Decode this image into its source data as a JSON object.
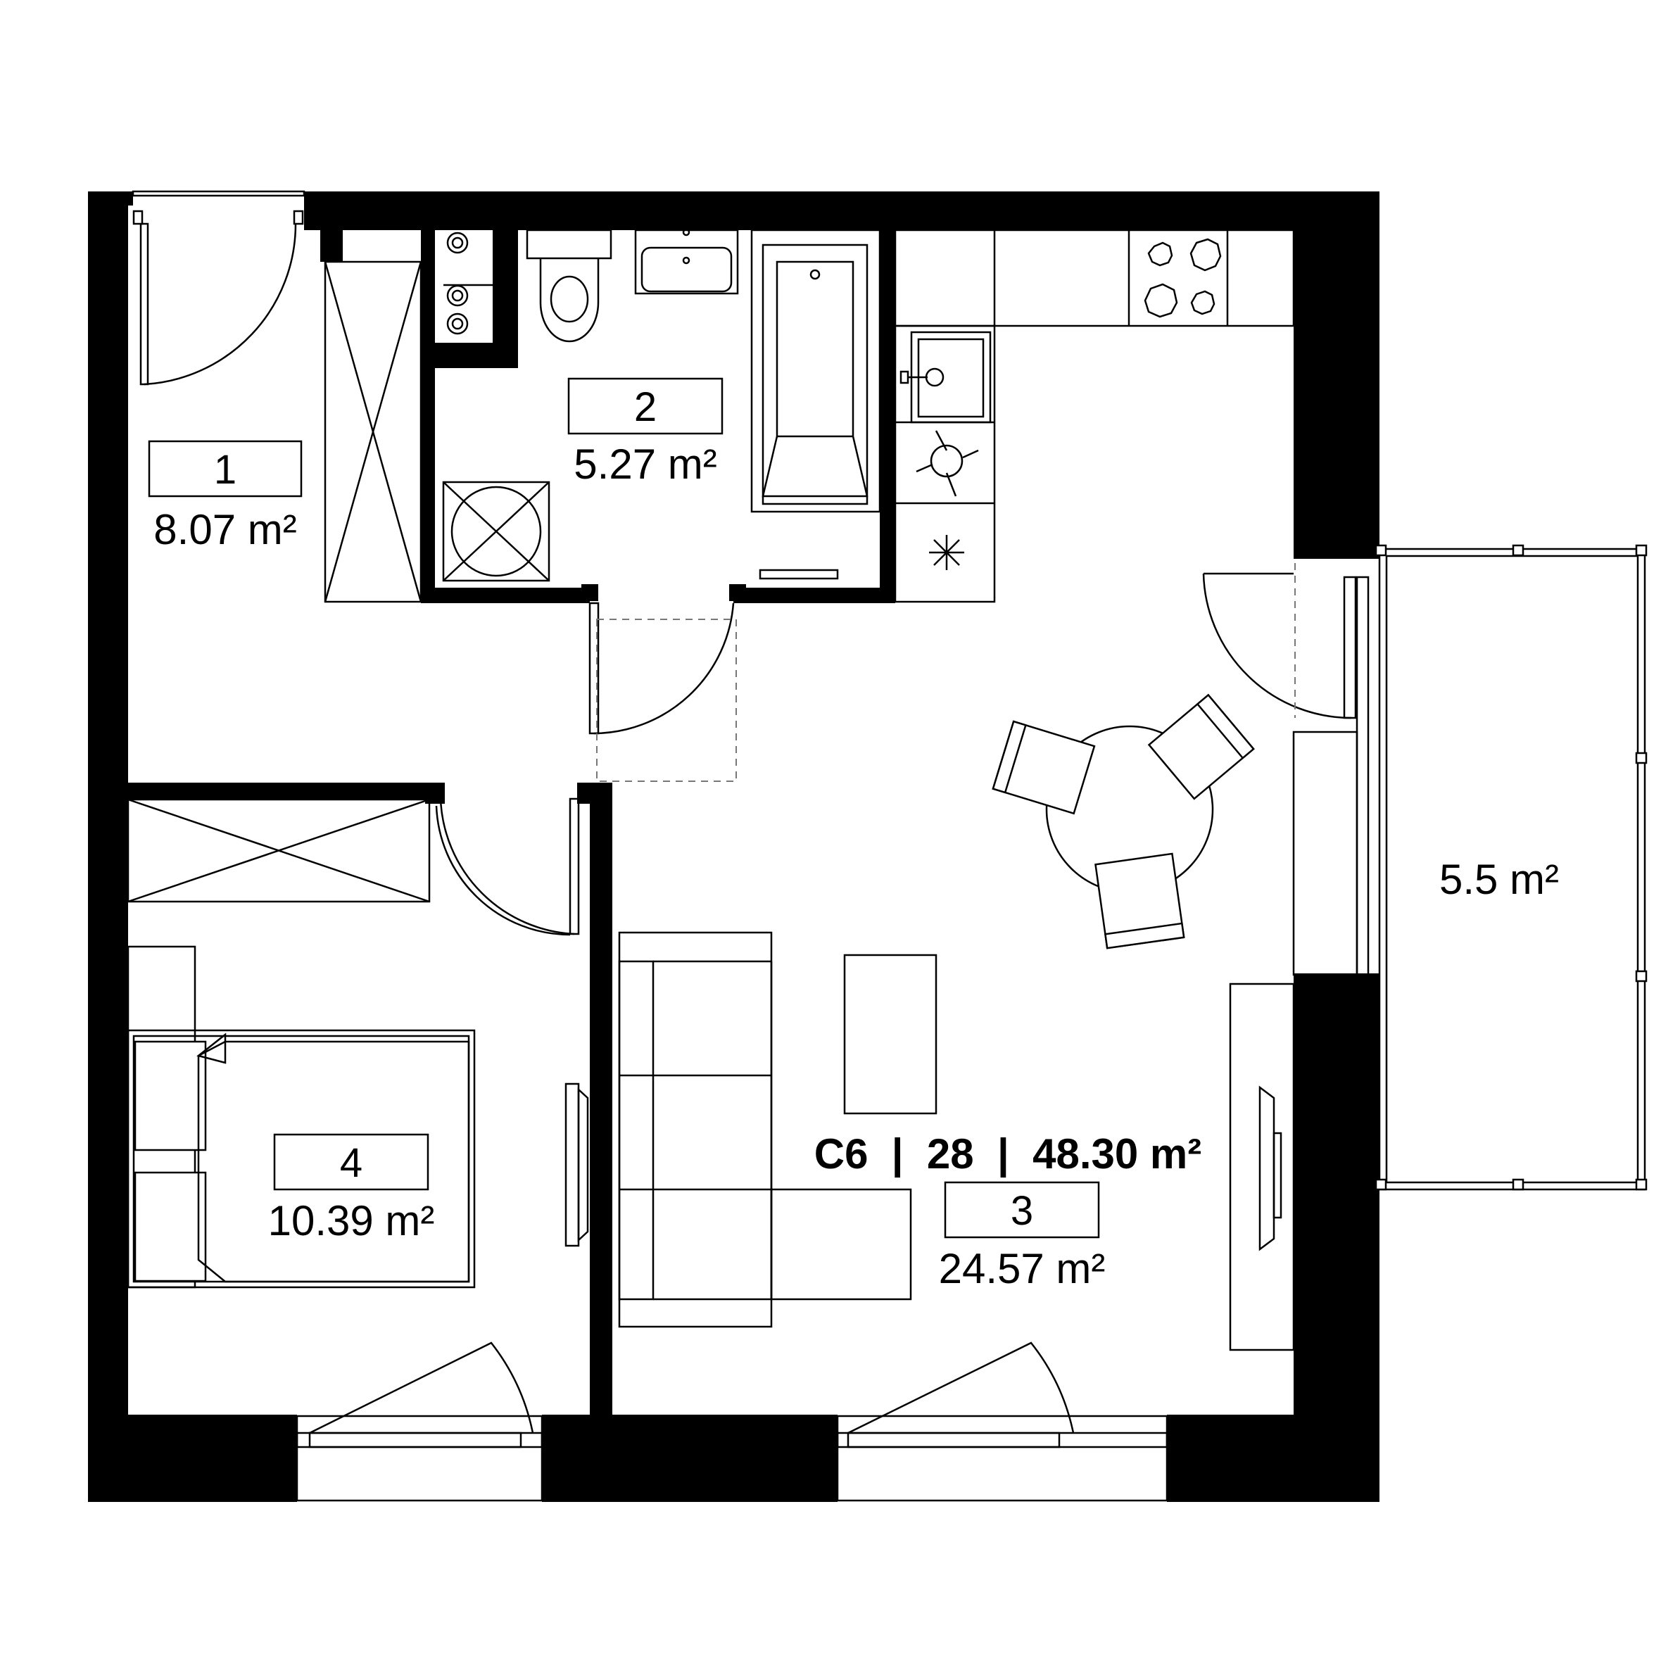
{
  "unit_summary": "C6  |  28  |  48.30 m²",
  "rooms": [
    {
      "number": "1",
      "area": "8.07 m²"
    },
    {
      "number": "2",
      "area": "5.27 m²"
    },
    {
      "number": "3",
      "area": "24.57 m²"
    },
    {
      "number": "4",
      "area": "10.39 m²"
    }
  ],
  "balcony": {
    "area": "5.5 m²"
  },
  "colors": {
    "wall": "#000000",
    "line": "#000000",
    "background": "#ffffff"
  }
}
